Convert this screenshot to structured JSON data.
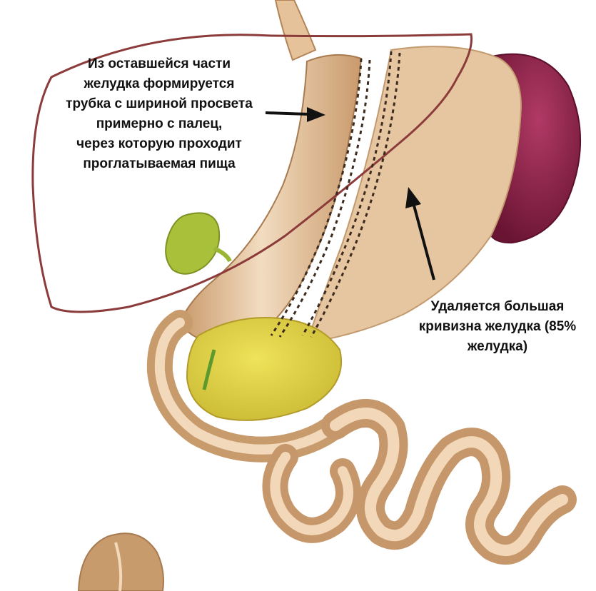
{
  "captions": {
    "sleeve": [
      "Из оставшейся части",
      "желудка формируется",
      "трубка с шириной просвета",
      "примерно с палец,",
      "через которую проходит",
      "проглатываемая пища"
    ],
    "removed": [
      "Удаляется большая",
      "кривизна желудка (85%",
      "желудка)"
    ]
  },
  "colors": {
    "liver_outline": "#8c3b3b",
    "stomach": "#e8c9a3",
    "stomach_shadow": "#c59a6e",
    "removed_part": "#e7c8a4",
    "spleen": "#8a1f45",
    "gallbladder": "#a9c13a",
    "bile": "#d9d43a",
    "staples": "#3d2b1f",
    "arrow": "#111111"
  }
}
